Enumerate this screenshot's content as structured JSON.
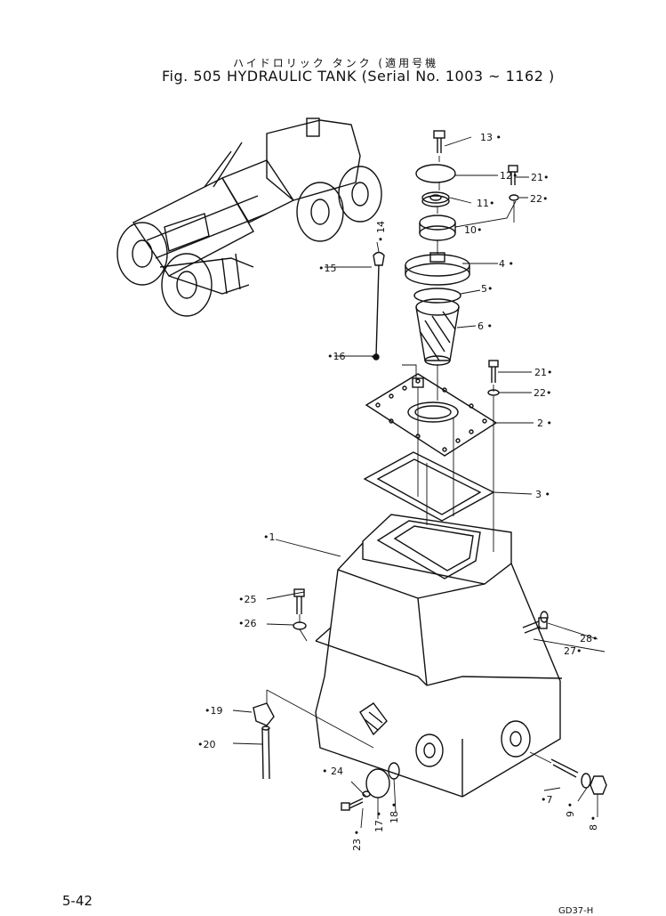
{
  "header": {
    "title_jp": "ハイドロリック タンク (適用号機",
    "title": "Fig. 505 HYDRAULIC TANK (Serial No. 1003 ~ 1162 )"
  },
  "footer": {
    "page_number": "5-42",
    "code": "GD37-H"
  },
  "callouts": {
    "c1": "•1",
    "c2": "2 •",
    "c3": "3 •",
    "c4": "4 •",
    "c5": "5•",
    "c6": "6 •",
    "c7": "•7",
    "c8": "8 •",
    "c9": "9 •",
    "c10": "10•",
    "c11": "11•",
    "c12": "12•",
    "c13": "13 •",
    "c14": "• 14",
    "c15": "•15",
    "c16": "•16",
    "c17": "17 •",
    "c18": "18 •",
    "c19": "•19",
    "c20": "•20",
    "c21a": "21•",
    "c21b": "21•",
    "c22a": "22•",
    "c22b": "22•",
    "c23": "23 •",
    "c24": "• 24",
    "c25": "•25",
    "c26": "•26",
    "c27": "27•",
    "c28": "28•"
  }
}
